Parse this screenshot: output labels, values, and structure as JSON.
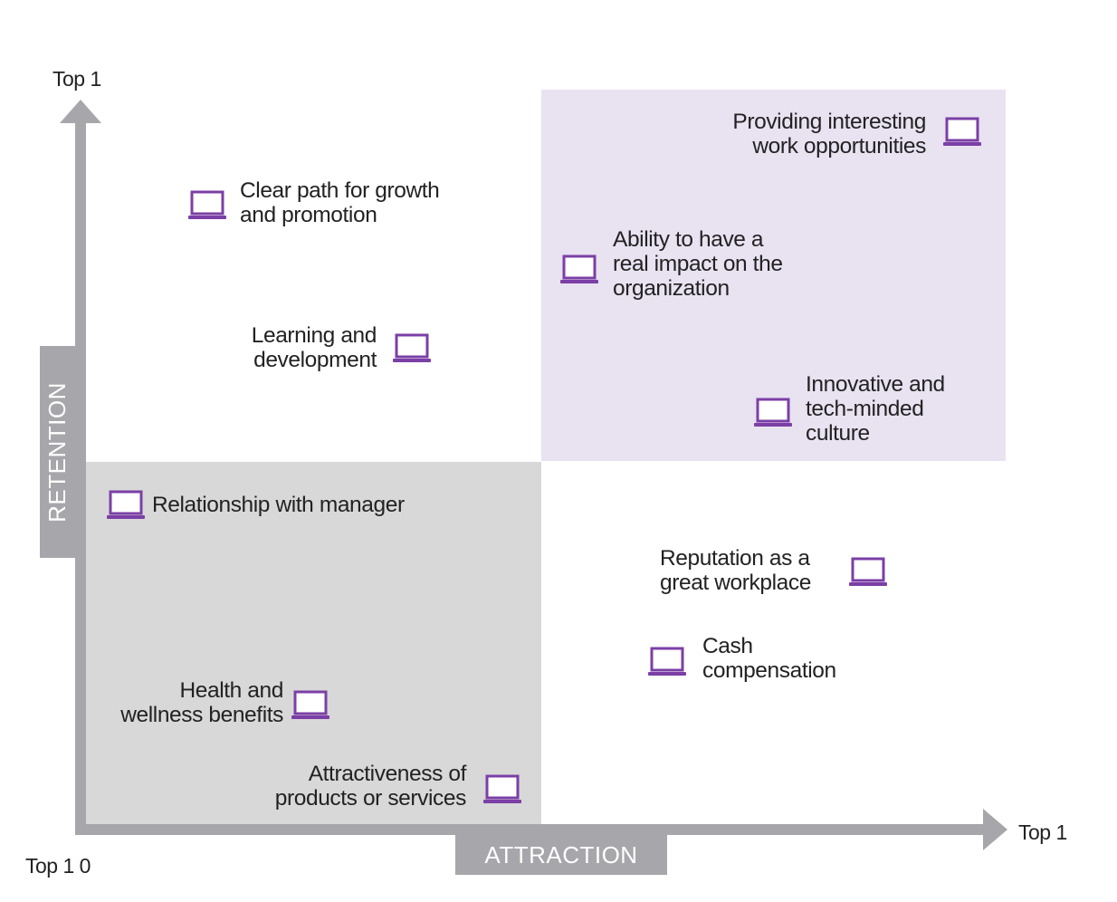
{
  "axes": {
    "y_title": "RETENTION",
    "x_title": "ATTRACTION",
    "y_top": "Top 1",
    "x_right": "Top 1",
    "origin": "Top 1 0"
  },
  "colors": {
    "accent": "#7b3fa6",
    "quadrant_top_right": "#e8e2f1",
    "quadrant_bottom_left": "#d8d8d8",
    "axis": "#a7a7ab"
  },
  "icon_name": "laptop-icon",
  "items": {
    "interesting_work": [
      "Providing interesting",
      "work opportunities"
    ],
    "growth_path": [
      "Clear path for growth",
      "and promotion"
    ],
    "real_impact": [
      "Ability to have a",
      "real impact on the",
      "organization"
    ],
    "learning": [
      "Learning and",
      "development"
    ],
    "innovative": [
      "Innovative and",
      "tech-minded",
      "culture"
    ],
    "manager": [
      "Relationship with manager"
    ],
    "reputation": [
      "Reputation as a",
      "great workplace"
    ],
    "cash": [
      "Cash",
      "compensation"
    ],
    "health": [
      "Health and",
      "wellness benefits"
    ],
    "products": [
      "Attractiveness of",
      "products or services"
    ]
  }
}
